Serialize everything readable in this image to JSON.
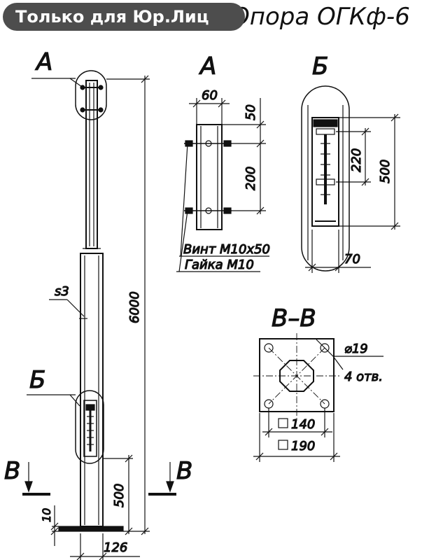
{
  "banner": {
    "text": "Только для Юр.Лиц"
  },
  "title": {
    "text": "Опора ОГКф-6"
  },
  "labels": {
    "view_a": "А",
    "view_b": "Б",
    "section_v": "В",
    "section_vv": "В–В",
    "wall": "s3",
    "height": "6000",
    "h500": "500",
    "h10": "10",
    "w126": "126",
    "a_60": "60",
    "a_50": "50",
    "a_200": "200",
    "b_220": "220",
    "b_500": "500",
    "b_70": "70",
    "screw": "Винт М10х50",
    "nut": "Гайка М10",
    "hole_dia": "⌀19",
    "hole_count": "4 отв.",
    "base_140": "140",
    "base_190": "190"
  }
}
